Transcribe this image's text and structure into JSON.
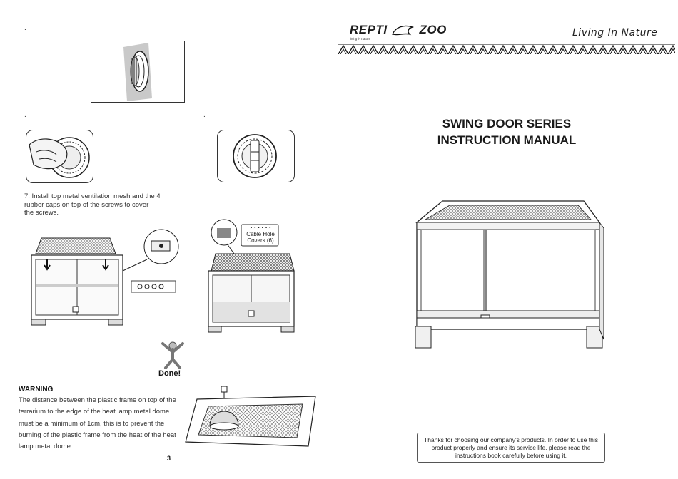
{
  "left_page": {
    "bullets": [
      ".",
      ".",
      "."
    ],
    "step7_text": "7. Install top metal ventilation mesh and the 4\n    rubber caps on top of the screws to cover\n    the screws.",
    "cable_label": "Cable Hole\nCovers (6)",
    "done_label": "Done!",
    "warning_title": "WARNING",
    "warning_body": "The distance between the plastic frame on top of the terrarium to the edge of the heat lamp metal dome must be a minimum of 1cm, this is to prevent the burning of the plastic frame from the heat of the heat lamp metal dome.",
    "page_number": "3"
  },
  "right_page": {
    "brand_left": "REPTI",
    "brand_right": "ZOO",
    "brand_sub": "living in nature",
    "tagline": "Living In Nature",
    "title_line1": "SWING DOOR SERIES",
    "title_line2": "INSTRUCTION MANUAL",
    "thanks_note": "Thanks for choosing our company's products. In order to use this product properly and ensure its service life, please read the instructions book carefully before using it."
  }
}
